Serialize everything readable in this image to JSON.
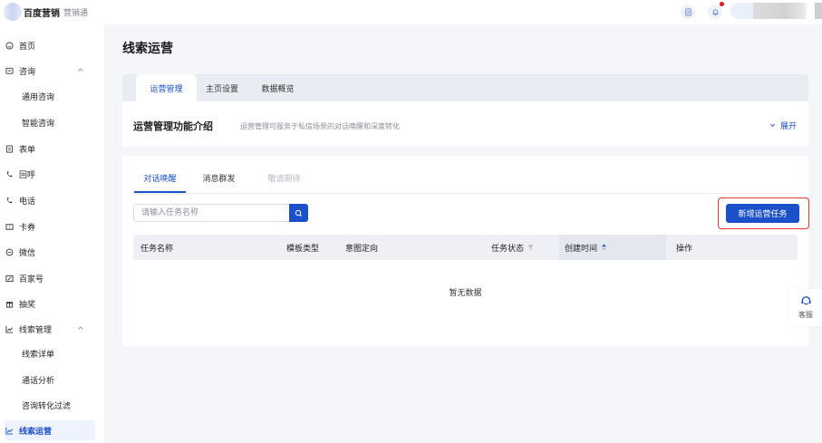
{
  "header": {
    "logo_main": "百度营销",
    "logo_sub": "营销通",
    "icons": [
      "document-icon",
      "bell-icon"
    ],
    "notification_dot_color": "#e31b1b"
  },
  "sidebar": {
    "items": [
      {
        "label": "首页",
        "icon": "home-icon"
      },
      {
        "label": "咨询",
        "icon": "chat-box-icon",
        "expanded": true
      },
      {
        "label": "通用咨询",
        "sub": true
      },
      {
        "label": "智能咨询",
        "sub": true
      },
      {
        "label": "表单",
        "icon": "form-icon"
      },
      {
        "label": "回呼",
        "icon": "callback-icon"
      },
      {
        "label": "电话",
        "icon": "phone-icon"
      },
      {
        "label": "卡券",
        "icon": "coupon-icon"
      },
      {
        "label": "微信",
        "icon": "wechat-icon"
      },
      {
        "label": "百家号",
        "icon": "baijiahao-icon"
      },
      {
        "label": "抽奖",
        "icon": "gift-icon"
      },
      {
        "label": "线索管理",
        "icon": "chart-icon",
        "expanded": true
      },
      {
        "label": "线索详单",
        "sub": true
      },
      {
        "label": "通话分析",
        "sub": true
      },
      {
        "label": "咨询转化过滤",
        "sub": true
      },
      {
        "label": "线索运营",
        "icon": "chart-icon",
        "active": true
      }
    ]
  },
  "main": {
    "title": "线索运营",
    "tabs": [
      {
        "label": "运营管理",
        "active": true
      },
      {
        "label": "主页设置"
      },
      {
        "label": "数据概览"
      }
    ],
    "intro": {
      "title": "运营管理功能介绍",
      "description": "运营管理可服务于私信场景的对话唤醒和深度转化",
      "expand_label": "展开"
    },
    "sub_tabs": [
      {
        "label": "对话唤醒",
        "active": true
      },
      {
        "label": "消息群发"
      },
      {
        "label": "敬请期待",
        "disabled": true
      }
    ],
    "search": {
      "placeholder": "请输入任务名称",
      "value": ""
    },
    "add_button_label": "新增运营任务",
    "table": {
      "columns": [
        "任务名称",
        "模板类型",
        "意图定向",
        "任务状态",
        "创建时间",
        "操作"
      ],
      "rows": [],
      "empty_text": "暂无数据"
    }
  },
  "float_service": {
    "label": "客服"
  },
  "colors": {
    "accent": "#1c50c8",
    "highlight_border": "#e23a2e",
    "page_bg": "#f5f6fa",
    "table_header_bg": "#eef0f5"
  }
}
